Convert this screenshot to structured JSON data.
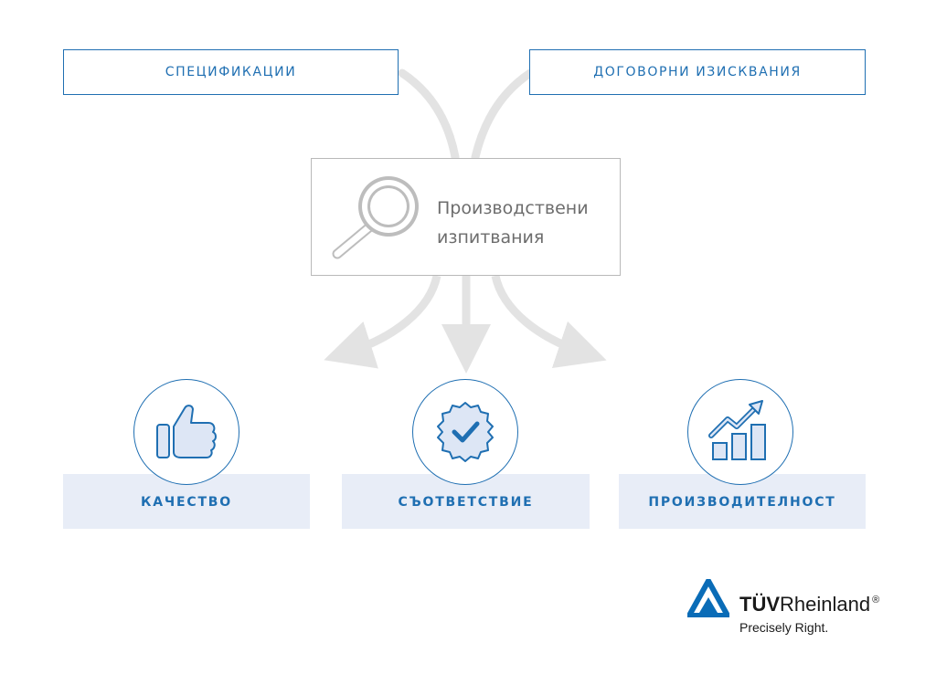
{
  "inputs": {
    "specifications": "СПЕЦИФИКАЦИИ",
    "contract_requirements": "ДОГОВОРНИ ИЗИСКВАНИЯ"
  },
  "center": {
    "line1": "Производствени",
    "line2": "изпитвания"
  },
  "outcomes": [
    {
      "label": "КАЧЕСТВО",
      "icon": "thumbs-up-icon"
    },
    {
      "label": "СЪОТВЕТСТВИЕ",
      "icon": "check-badge-icon"
    },
    {
      "label": "ПРОИЗВОДИТЕЛНОСТ",
      "icon": "growth-chart-icon"
    }
  ],
  "logo": {
    "brand_bold": "TÜV",
    "brand_regular": "Rheinland",
    "registered": "®",
    "tagline": "Precisely Right."
  },
  "colors": {
    "accent": "#1f6fb2",
    "outcome_bg": "#e8edf7",
    "arrow": "#e3e3e3",
    "center_border": "#b9b9b9"
  }
}
